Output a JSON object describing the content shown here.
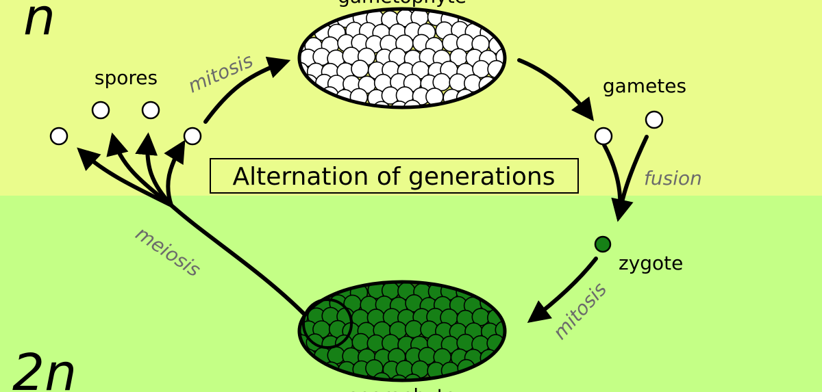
{
  "ploidy": {
    "haploid": "n",
    "diploid": "2n"
  },
  "title": "Alternation of generations",
  "stages": {
    "gametophyte": "gametophyte",
    "gametes": "gametes",
    "zygote": "zygote",
    "sporophyte": "sporophyte",
    "spores": "spores"
  },
  "processes": {
    "mitosis_top": "mitosis",
    "fusion": "fusion",
    "mitosis_bottom": "mitosis",
    "meiosis": "meiosis"
  },
  "colors": {
    "haploid_bg": "#eafc8c",
    "diploid_bg": "#c4ff86",
    "haploid_cell": "#ffffff",
    "diploid_cell": "#168016",
    "ellipse_fill_top": "#dfe36a",
    "ellipse_fill_bottom": "#2a6a12",
    "arrow": "#000000"
  }
}
